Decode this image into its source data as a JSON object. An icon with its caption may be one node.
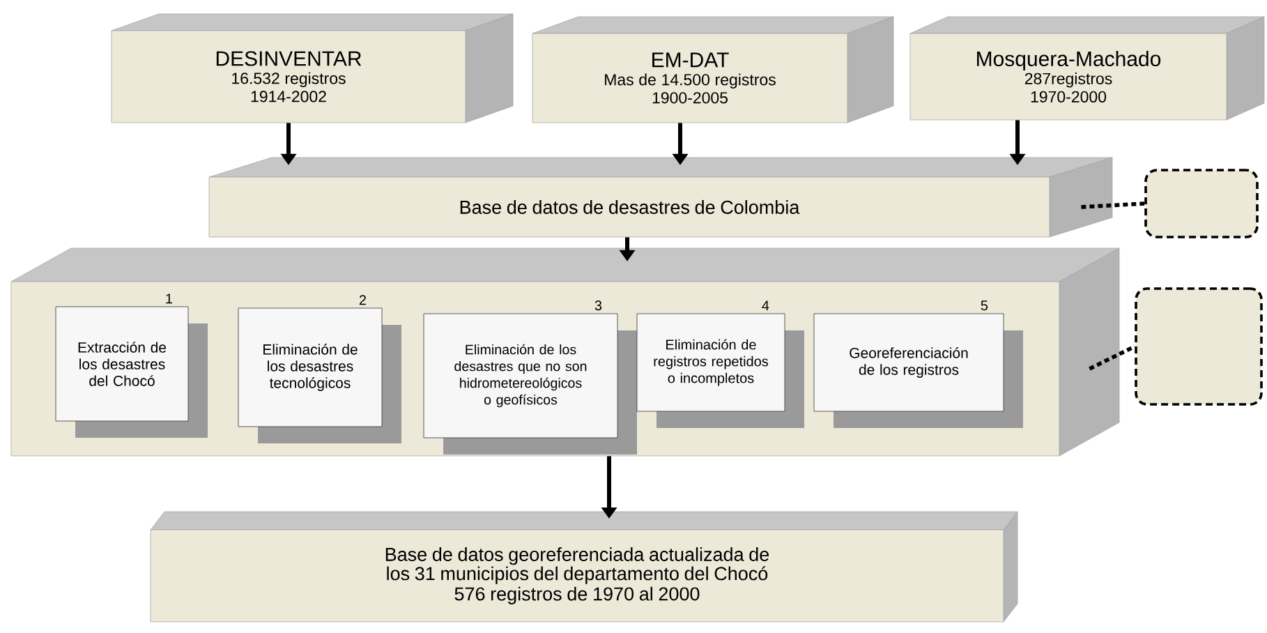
{
  "diagram": {
    "nodes": [
      {
        "text": [
          "DESINVENTAR",
          "16.532 registros",
          "1914-2002"
        ]
      },
      {
        "text": [
          "EM-DAT",
          "Mas de 14.500 registros",
          "1900-2005"
        ]
      },
      {
        "text": [
          "Mosquera-Machado",
          "287registros",
          "1970-2000"
        ]
      },
      {
        "text": [
          "Base de datos de desastres de Colombia"
        ]
      },
      {
        "text": [],
        "shape": "box"
      },
      {
        "text": [],
        "shape": "box"
      },
      {
        "text": [
          "Extracción de los desastres del Chocó"
        ],
        "in": 5,
        "beside": [
          "1"
        ]
      },
      {
        "text": [
          "Eliminación de los desastres tecnológicos"
        ],
        "in": 5,
        "beside": [
          "2"
        ]
      },
      {
        "text": [
          "Eliminación de los desastres que no son hidrometereológicos o geofísicos"
        ],
        "in": 5,
        "beside": [
          "3"
        ]
      },
      {
        "text": [
          "Eliminación de registros repetidos o incompletos"
        ],
        "in": 5,
        "beside": [
          "4"
        ]
      },
      {
        "text": [
          "Georeferenciación de los registros"
        ],
        "in": 5,
        "beside": [
          "5"
        ]
      },
      {
        "text": [],
        "shape": "box"
      },
      {
        "text": [
          "Base de datos georeferenciada actualizada de los 31 municipios del departamento del Chocó",
          "576 registros de 1970 al 2000"
        ]
      }
    ],
    "edges": [
      {
        "from": 0,
        "to": 3,
        "arrow": "to"
      },
      {
        "from": 1,
        "to": 3,
        "arrow": "to"
      },
      {
        "from": 2,
        "to": 3,
        "arrow": "to"
      },
      {
        "from": 3,
        "to": 4,
        "arrow": "none",
        "style": "dashed"
      },
      {
        "from": 3,
        "to": 5,
        "arrow": "to"
      },
      {
        "from": 5,
        "to": 11,
        "arrow": "none",
        "style": "dashed"
      },
      {
        "from": 5,
        "to": 12,
        "arrow": "to"
      }
    ]
  }
}
